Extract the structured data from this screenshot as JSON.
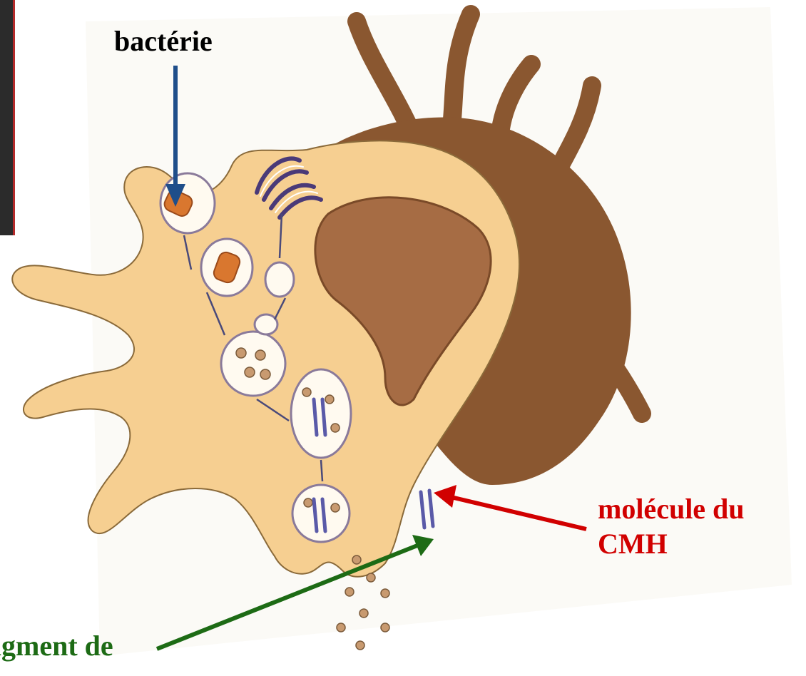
{
  "labels": {
    "bacterie": "bactérie",
    "cmh_line1": "molécule du",
    "cmh_line2": "CMH",
    "fragment": "agment de"
  },
  "colors": {
    "cytoplasm": "#f6cf91",
    "cell_dark": "#8a5730",
    "nucleus": "#a66c44",
    "bacterium": "#d9772f",
    "label_bacterie_arrow": "#1f4e8a",
    "label_cmh": "#d10000",
    "label_fragment": "#1d6b15"
  }
}
